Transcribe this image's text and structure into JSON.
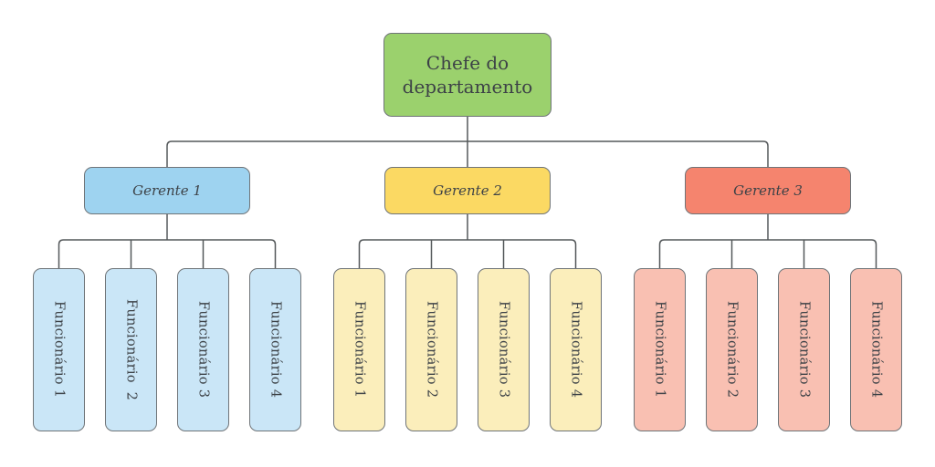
{
  "colors": {
    "background": "#ffffff",
    "chief-fill": "#9bd16d",
    "manager-blue": "#9ed3f0",
    "manager-yellow": "#fbd963",
    "manager-salmon": "#f5846e",
    "employee-blue": "#cae6f7",
    "employee-yellow": "#fbeebb",
    "employee-salmon": "#f9c0b2",
    "node-border": "#6f7478",
    "connector": "#54585a",
    "text": "#3d4247"
  },
  "root": {
    "label": "Chefe do departamento"
  },
  "groups": [
    {
      "manager": "Gerente 1",
      "employees": [
        "Funcionário 1",
        "Funcionário  2",
        "Funcionário 3",
        "Funcionário 4"
      ]
    },
    {
      "manager": "Gerente 2",
      "employees": [
        "Funcionário 1",
        "Funcionário 2",
        "Funcionário 3",
        "Funcionário 4"
      ]
    },
    {
      "manager": "Gerente 3",
      "employees": [
        "Funcionário 1",
        "Funcionário 2",
        "Funcionário 3",
        "Funcionário 4"
      ]
    }
  ]
}
